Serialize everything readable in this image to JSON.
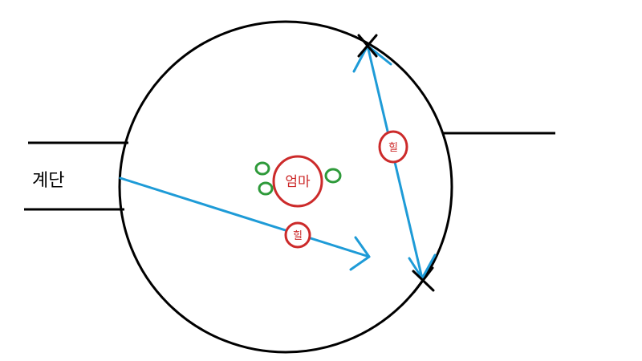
{
  "labels": {
    "stairs": "계단",
    "mom": "엄마",
    "heel_1": "힐",
    "heel_2": "힐"
  },
  "colors": {
    "outline": "#000000",
    "arrow": "#1e9bd7",
    "mom_circle": "#cc2a2a",
    "heel_circle": "#cc2a2a",
    "label_text": "#cc2a2a",
    "small_circles": "#2e9a3a"
  },
  "icons": {
    "arrow_head": "arrow-head-icon",
    "cross_mark": "x-mark-icon"
  }
}
